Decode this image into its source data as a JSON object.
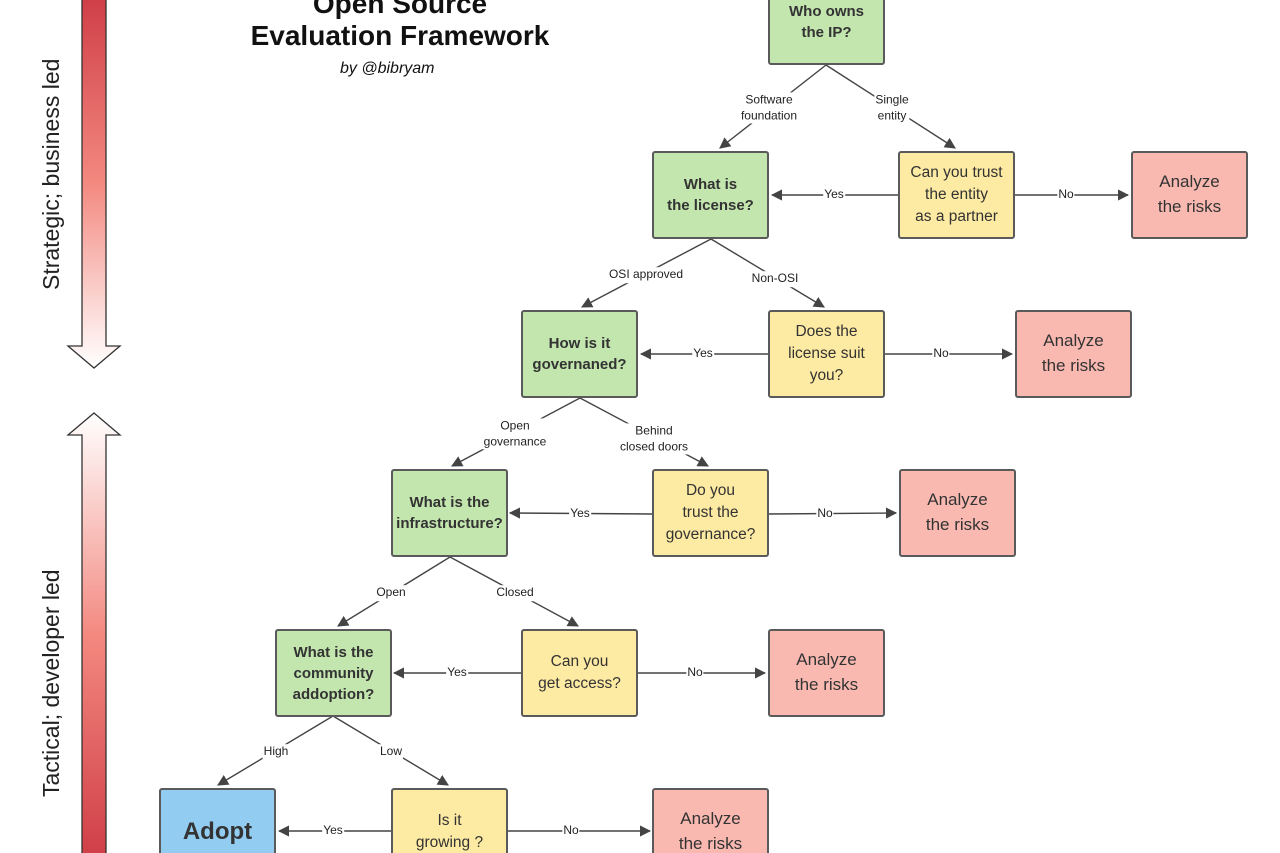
{
  "title": {
    "line1": "Open Source",
    "line2": "Evaluation Framework",
    "byline": "by @bibryam"
  },
  "side_labels": {
    "top": "Strategic; business led",
    "bottom": "Tactical; developer led"
  },
  "nodes": {
    "ip": "Who owns\nthe IP?",
    "license": "What is\nthe license?",
    "trust_entity": "Can you trust\nthe entity\nas a partner",
    "risks_1": "Analyze\nthe risks",
    "governed": "How is it\ngovernaned?",
    "license_suit": "Does the\nlicense suit\nyou?",
    "risks_2": "Analyze\nthe risks",
    "infra": "What is the\ninfrastructure?",
    "trust_gov": "Do you\ntrust the\ngovernance?",
    "risks_3": "Analyze\nthe risks",
    "community": "What is the\ncommunity\naddoption?",
    "access": "Can you\nget access?",
    "risks_4": "Analyze\nthe risks",
    "adopt": "Adopt",
    "growing": "Is it\ngrowing ?",
    "risks_5": "Analyze\nthe risks"
  },
  "edge_labels": {
    "software_foundation": "Software\nfoundation",
    "single_entity": "Single\nentity",
    "yes_1": "Yes",
    "no_1": "No",
    "osi_approved": "OSI approved",
    "non_osi": "Non-OSI",
    "yes_2": "Yes",
    "no_2": "No",
    "open_governance": "Open\ngovernance",
    "closed_doors": "Behind\nclosed doors",
    "yes_3": "Yes",
    "no_3": "No",
    "open": "Open",
    "closed": "Closed",
    "yes_4": "Yes",
    "no_4": "No",
    "high": "High",
    "low": "Low",
    "yes_5": "Yes",
    "no_5": "No"
  },
  "colors": {
    "decision": "#c3e5ae",
    "question": "#fdeaa3",
    "risk": "#f9b9b1",
    "adopt": "#92cdf1",
    "scale_dark": "#cf3d46",
    "scale_light": "#ffffff"
  }
}
